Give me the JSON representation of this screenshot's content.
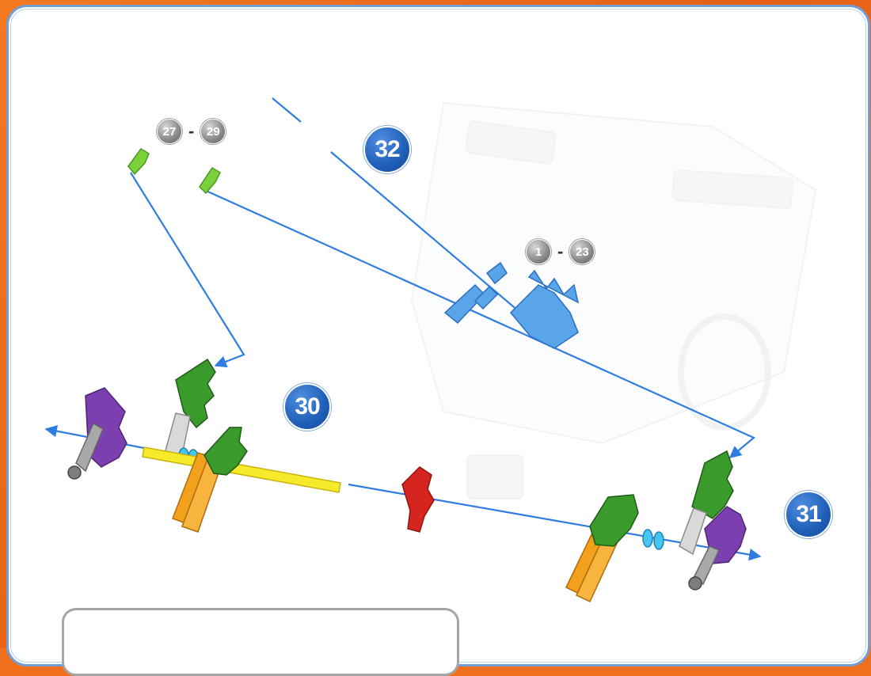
{
  "steps": {
    "step_30": "30",
    "step_31": "31",
    "step_32": "32"
  },
  "refs": {
    "top_left": {
      "from": "27",
      "to": "29",
      "dash": "-"
    },
    "middle": {
      "from": "1",
      "to": "23",
      "dash": "-"
    }
  },
  "colors": {
    "arrow": "#2f7de1",
    "green": "#3a9a2c",
    "purple": "#7b3fb0",
    "orange": "#f2a11c",
    "yellow": "#f7ea2a",
    "red": "#d6251f",
    "light_blue": "#5aa4ea",
    "cyan": "#48c5ee",
    "gray": "#9a9a9a",
    "lime": "#7ad13b"
  }
}
